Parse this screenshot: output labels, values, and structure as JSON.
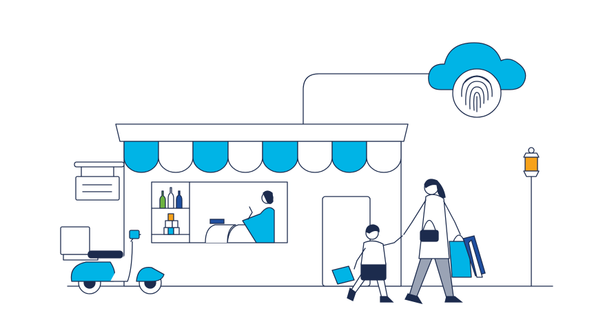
{
  "scene": {
    "elements": [
      "cloud-fingerprint",
      "storefront",
      "awning",
      "shop-window",
      "shopkeeper",
      "door",
      "hanging-sign",
      "scooter",
      "street-lamp",
      "shopper-woman",
      "shopper-child"
    ]
  },
  "colors": {
    "accent": "#00b4e6",
    "outline": "#1c2b4d",
    "lamp": "#f7a21b",
    "grey": "#9aa3b5",
    "background": "#ffffff"
  }
}
